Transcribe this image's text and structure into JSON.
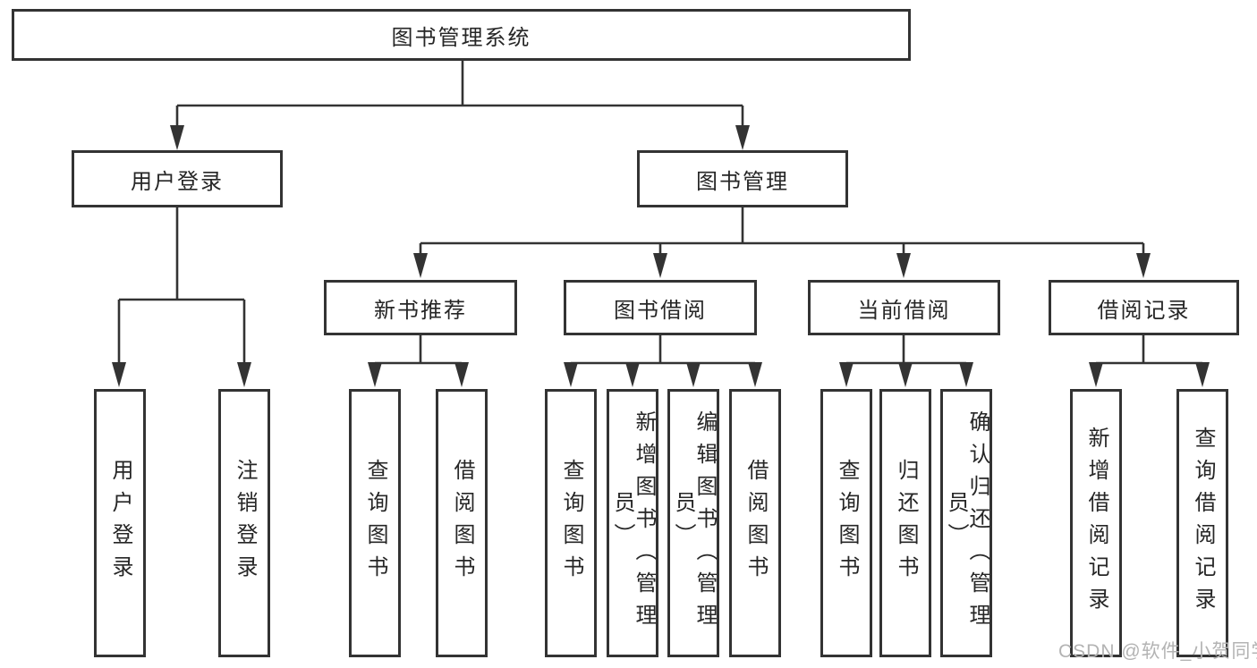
{
  "tree": {
    "root": {
      "label": "图书管理系统",
      "children": [
        {
          "label": "用户登录",
          "children": [
            {
              "label": "用户登录"
            },
            {
              "label": "注销登录"
            }
          ]
        },
        {
          "label": "图书管理",
          "children": [
            {
              "label": "新书推荐",
              "children": [
                {
                  "label": "查询图书"
                },
                {
                  "label": "借阅图书"
                }
              ]
            },
            {
              "label": "图书借阅",
              "children": [
                {
                  "label": "查询图书"
                },
                {
                  "label": "新增图书（管理员）"
                },
                {
                  "label": "编辑图书（管理员）"
                },
                {
                  "label": "借阅图书"
                }
              ]
            },
            {
              "label": "当前借阅",
              "children": [
                {
                  "label": "查询图书"
                },
                {
                  "label": "归还图书"
                },
                {
                  "label": "确认归还（管理员）"
                }
              ]
            },
            {
              "label": "借阅记录",
              "children": [
                {
                  "label": "新增借阅记录"
                },
                {
                  "label": "查询借阅记录"
                }
              ]
            }
          ]
        }
      ]
    }
  },
  "watermark": {
    "text": "CSDN @软件_小贺同学"
  },
  "colors": {
    "line": "#333333",
    "text": "#262626",
    "bg": "#ffffff",
    "watermark": "#b3b3b3"
  }
}
